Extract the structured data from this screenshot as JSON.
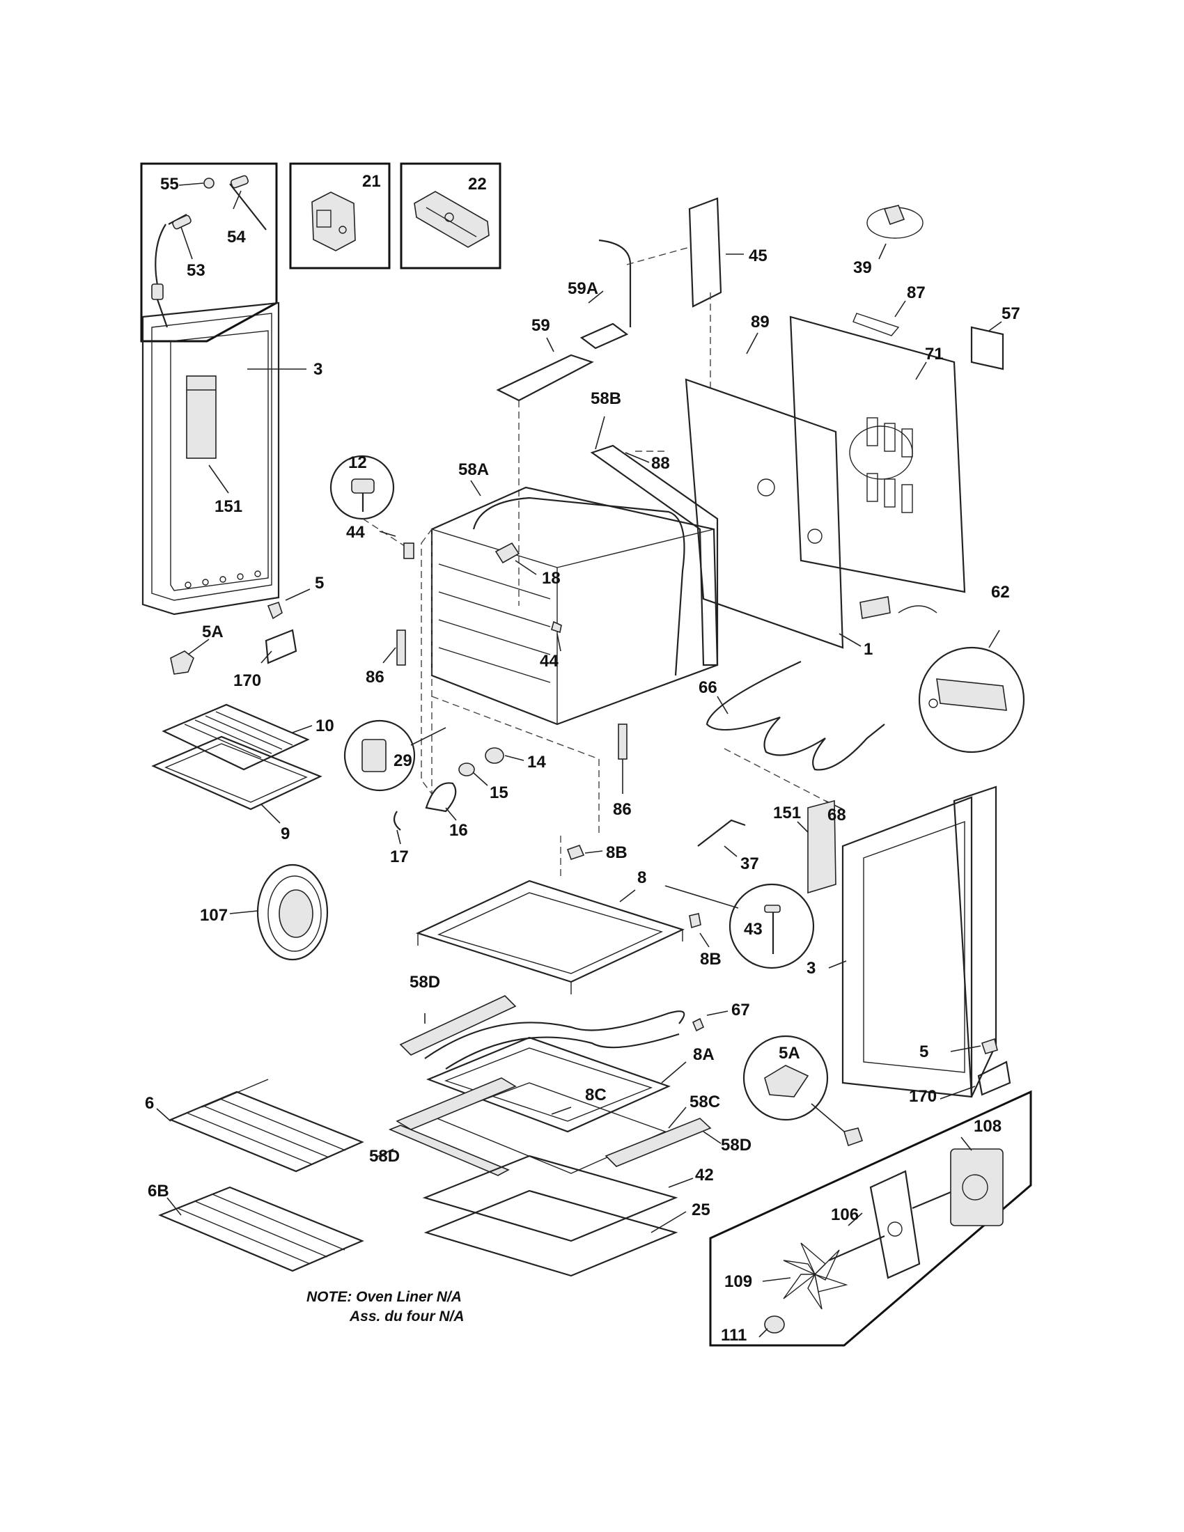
{
  "title": "",
  "colors": {
    "ink": "#111111",
    "paper": "#ffffff"
  },
  "labels": {
    "p55": "55",
    "p54": "54",
    "p53": "53",
    "p21": "21",
    "p22": "22",
    "p45": "45",
    "p39": "39",
    "p59a": "59A",
    "p59": "59",
    "p87": "87",
    "p57": "57",
    "p89": "89",
    "p71": "71",
    "p3a": "3",
    "p151a": "151",
    "p58b": "58B",
    "p88": "88",
    "p12": "12",
    "p58a": "58A",
    "p44a": "44",
    "p18": "18",
    "p5a": "5",
    "p5aa": "5A",
    "p170a": "170",
    "p86a": "86",
    "p44b": "44",
    "p62": "62",
    "p1": "1",
    "p66": "66",
    "p10": "10",
    "p29": "29",
    "p14": "14",
    "p15": "15",
    "p16": "16",
    "p17": "17",
    "p86b": "86",
    "p68": "68",
    "p9": "9",
    "p151b": "151",
    "p37": "37",
    "p8b1": "8B",
    "p8": "8",
    "p107": "107",
    "p43": "43",
    "p8b2": "8B",
    "p3b": "3",
    "p58d1": "58D",
    "p67": "67",
    "p8a": "8A",
    "p5ab": "5A",
    "p5b": "5",
    "p170b": "170",
    "p8c": "8C",
    "p6": "6",
    "p58c": "58C",
    "p58d2": "58D",
    "p58d3": "58D",
    "p108": "108",
    "p42": "42",
    "p6b": "6B",
    "p106": "106",
    "p25": "25",
    "p109": "109",
    "p111": "111"
  },
  "note": {
    "line1": "NOTE: Oven Liner N/A",
    "line2": "Ass. du four N/A"
  }
}
